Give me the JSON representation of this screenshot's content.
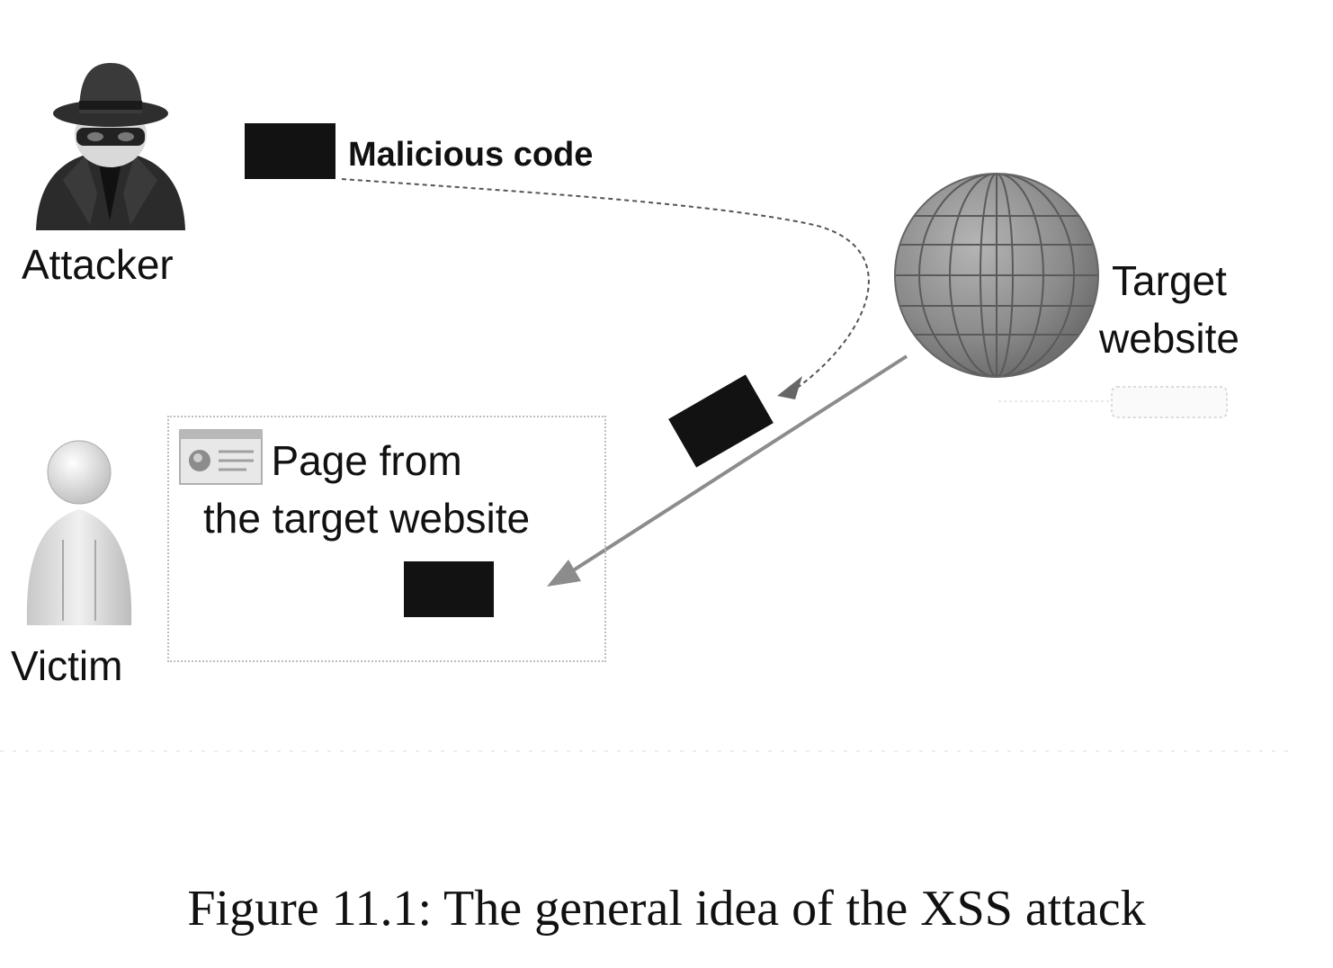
{
  "figure": {
    "actors": {
      "attacker": "Attacker",
      "victim": "Victim"
    },
    "code_label": "Malicious code",
    "target": {
      "line1": "Target",
      "line2": "website"
    },
    "page": {
      "line1": "Page from",
      "line2": "the target website"
    },
    "caption": "Figure 11.1: The general idea of the XSS attack"
  },
  "colors": {
    "code_block": "#121212",
    "globe": "#8a8a8a",
    "arrow": "#8c8c8c",
    "dashed_arrow": "#555555"
  },
  "icons": [
    "attacker-spy-icon",
    "victim-person-icon",
    "globe-icon",
    "browser-window-icon"
  ]
}
